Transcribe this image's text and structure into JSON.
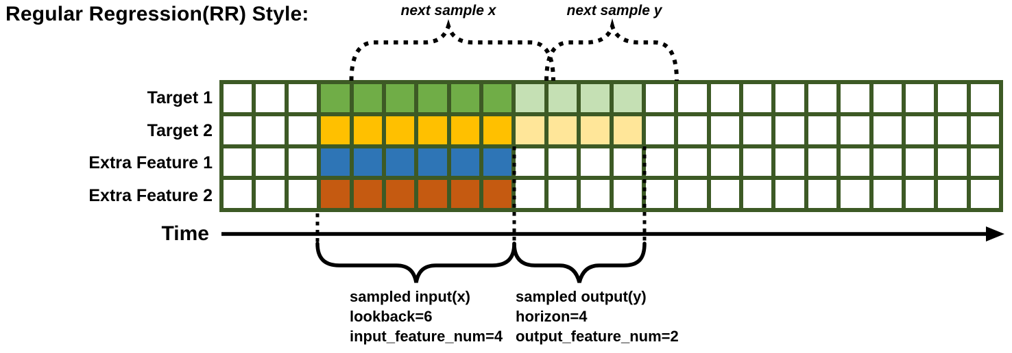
{
  "title": "Regular Regression(RR) Style:",
  "top_annotations": {
    "next_sample_x_label": "next sample x",
    "next_sample_y_label": "next sample y"
  },
  "grid": {
    "columns": 24,
    "lookback_cols": [
      4,
      9
    ],
    "horizon_cols": [
      10,
      13
    ],
    "border_color": "#3D5A25",
    "empty_fill": "#FFFFFF",
    "rows": [
      {
        "label": "Target 1",
        "lookback_fill": "#70AD47",
        "horizon_fill": "#C5E0B4"
      },
      {
        "label": "Target 2",
        "lookback_fill": "#FFC000",
        "horizon_fill": "#FFE699"
      },
      {
        "label": "Extra Feature 1",
        "lookback_fill": "#2E75B6",
        "horizon_fill": null
      },
      {
        "label": "Extra Feature 2",
        "lookback_fill": "#C55A11",
        "horizon_fill": null
      }
    ]
  },
  "time_axis": {
    "label": "Time",
    "color": "#000000"
  },
  "bottom_annotations": {
    "input": {
      "lines": [
        "sampled input(x)",
        "lookback=6",
        "input_feature_num=4"
      ]
    },
    "output": {
      "lines": [
        "sampled output(y)",
        "horizon=4",
        "output_feature_num=2"
      ]
    }
  }
}
